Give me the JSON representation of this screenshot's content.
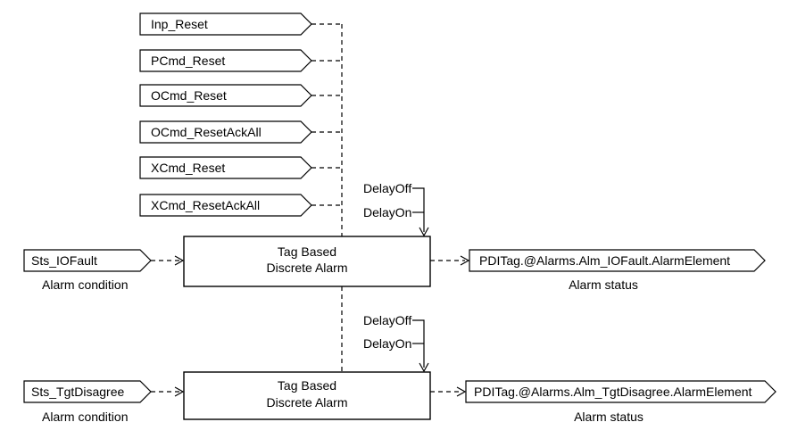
{
  "reset_inputs": [
    {
      "label": "Inp_Reset"
    },
    {
      "label": "PCmd_Reset"
    },
    {
      "label": "OCmd_Reset"
    },
    {
      "label": "OCmd_ResetAckAll"
    },
    {
      "label": "XCmd_Reset"
    },
    {
      "label": "XCmd_ResetAckAll"
    }
  ],
  "alarms": [
    {
      "input_tag": "Sts_IOFault",
      "input_caption": "Alarm condition",
      "block_line1": "Tag Based",
      "block_line2": "Discrete Alarm",
      "delay_off": "DelayOff",
      "delay_on": "DelayOn",
      "output_tag": "PDITag.@Alarms.Alm_IOFault.AlarmElement",
      "output_caption": "Alarm status"
    },
    {
      "input_tag": "Sts_TgtDisagree",
      "input_caption": "Alarm condition",
      "block_line1": "Tag Based",
      "block_line2": "Discrete Alarm",
      "delay_off": "DelayOff",
      "delay_on": "DelayOn",
      "output_tag": "PDITag.@Alarms.Alm_TgtDisagree.AlarmElement",
      "output_caption": "Alarm status"
    }
  ]
}
